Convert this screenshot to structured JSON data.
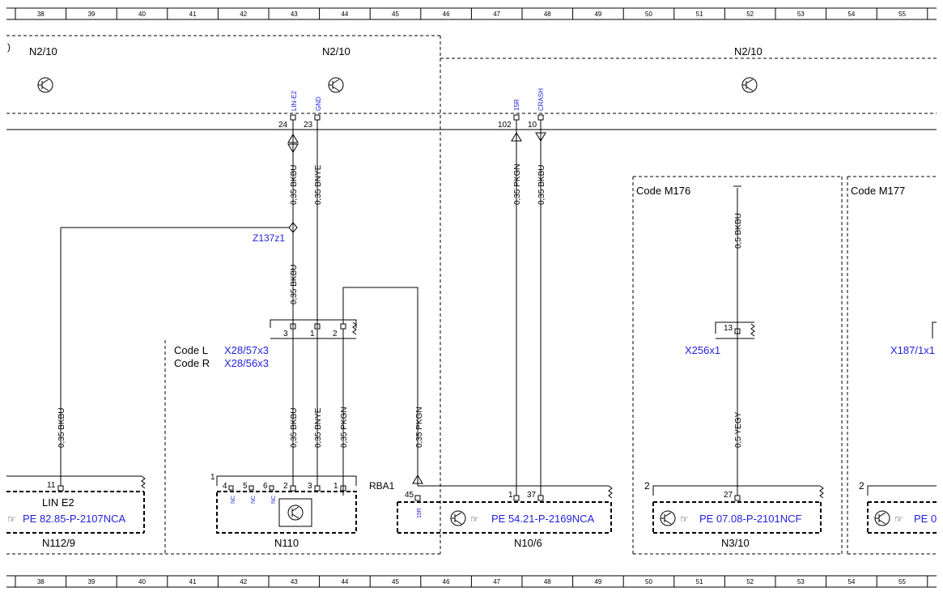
{
  "grid": {
    "columns": [
      "38",
      "39",
      "40",
      "41",
      "42",
      "43",
      "44",
      "45",
      "46",
      "47",
      "48",
      "49",
      "50",
      "51",
      "52",
      "53",
      "54",
      "55"
    ]
  },
  "components": {
    "n2_10_a": "N2/10",
    "n2_10_b": "N2/10",
    "n2_10_c": "N2/10",
    "n112_9": "N112/9",
    "n110": "N110",
    "n10_6": "N10/6",
    "n3_10": "N3/10"
  },
  "pins": {
    "p24": "24",
    "p23": "23",
    "p102": "102",
    "p10": "10",
    "p3": "3",
    "p1": "1",
    "p2": "2",
    "p11": "11",
    "p4": "4",
    "p5": "5",
    "p6": "6",
    "p2b": "2",
    "p3b": "3",
    "p1b": "1",
    "p45": "45",
    "p1c": "1",
    "p37": "37",
    "p13": "13",
    "p27": "27",
    "n110_idx": "1",
    "n3_10_idx": "2",
    "x187_idx": "2"
  },
  "signals": {
    "lin_e2": "LIN-E2",
    "gnd": "GND",
    "r15": "15R",
    "crash": "CRASH",
    "nc1": "NC",
    "nc2": "NC",
    "nc3": "NC",
    "r15b": "15R"
  },
  "wires": {
    "w1": "0,35 BKBU",
    "w2": "0,35 BNYE",
    "w3": "0,35 PKGN",
    "w4": "0,35 BKBU",
    "w5": "0,35 BKBU",
    "w6": "0,35 BKBU",
    "w7": "0,35 BNYE",
    "w8": "0,35 PKGN",
    "w9": "0,35 BKBU",
    "w10": "0,35 PKGN",
    "w11": "0,5 BKBU",
    "w12": "0,5 YEGY"
  },
  "labels": {
    "z137z1": "Z137z1",
    "code_l": "Code L",
    "x28_57x3": "X28/57x3",
    "code_r": "Code R",
    "x28_56x3": "X28/56x3",
    "rba1": "RBA1",
    "code_m176": "Code M176",
    "code_m177": "Code M177",
    "x256x1": "X256x1",
    "x187_1x1": "X187/1x1",
    "lin_e2_text": "LIN E2"
  },
  "refs": {
    "r1": "PE 82.85-P-2107NCA",
    "r2": "PE 54.21-P-2169NCA",
    "r3": "PE 07.08-P-2101NCF",
    "r4": "PE 0"
  }
}
